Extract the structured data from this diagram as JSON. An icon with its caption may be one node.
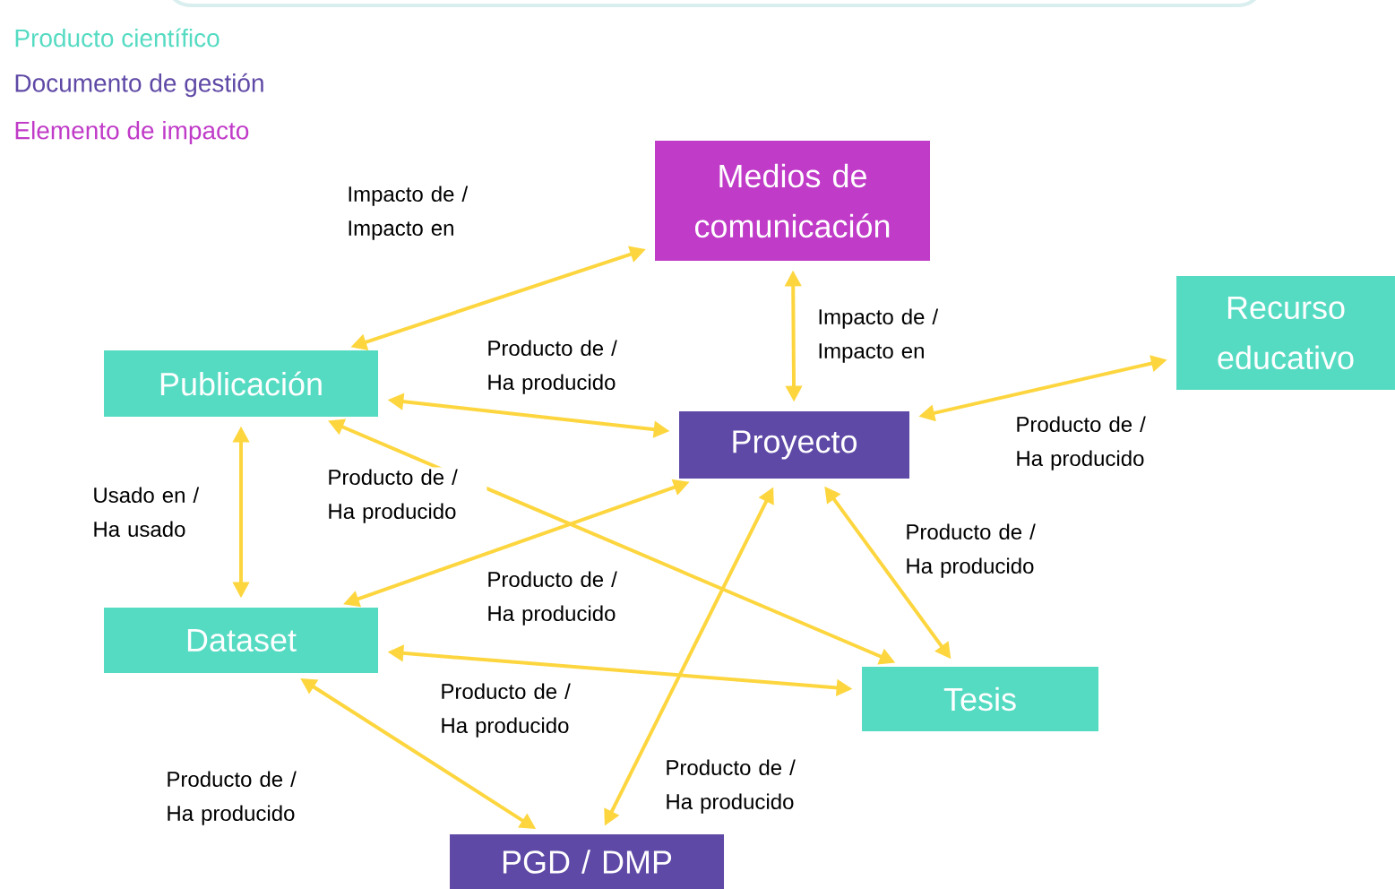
{
  "diagram": {
    "nodes": [
      {
        "text": [
          "Medios de comunicación"
        ]
      },
      {
        "text": [
          "Recurso educativo"
        ]
      },
      {
        "text": [
          "Publicación"
        ]
      },
      {
        "text": [
          "Proyecto"
        ]
      },
      {
        "text": [
          "Dataset"
        ]
      },
      {
        "text": [
          "Tesis"
        ]
      },
      {
        "text": [
          "PGD / DMP"
        ]
      }
    ],
    "edges": [
      {
        "from": 0,
        "to": 2,
        "arrow": "both",
        "label": "Impacto de / Impacto en"
      },
      {
        "from": 0,
        "to": 3,
        "arrow": "both",
        "label": "Impacto de / Impacto en"
      },
      {
        "from": 3,
        "to": 1,
        "arrow": "both",
        "label": "Producto de / Ha producido"
      },
      {
        "from": 2,
        "to": 3,
        "arrow": "both",
        "label": "Producto de / Ha producido"
      },
      {
        "from": 2,
        "to": 4,
        "arrow": "both",
        "label": "Usado en / Ha usado"
      },
      {
        "from": 2,
        "to": 5,
        "arrow": "both",
        "label": "Producto de / Ha producido"
      },
      {
        "from": 4,
        "to": 3,
        "arrow": "both",
        "label": "Producto de / Ha producido"
      },
      {
        "from": 4,
        "to": 5,
        "arrow": "both",
        "label": "Producto de / Ha producido"
      },
      {
        "from": 4,
        "to": 6,
        "arrow": "both",
        "label": "Producto de / Ha producido"
      },
      {
        "from": 3,
        "to": 5,
        "arrow": "both",
        "label": "Producto de / Ha producido"
      },
      {
        "from": 3,
        "to": 6,
        "arrow": "both",
        "label": "Producto de / Ha producido"
      }
    ],
    "legend": [
      {
        "text": "Producto científico",
        "color": "#56dbc3"
      },
      {
        "text": "Documento de gestión",
        "color": "#5f49a6"
      },
      {
        "text": "Elemento de impacto",
        "color": "#c03bc8"
      }
    ]
  }
}
